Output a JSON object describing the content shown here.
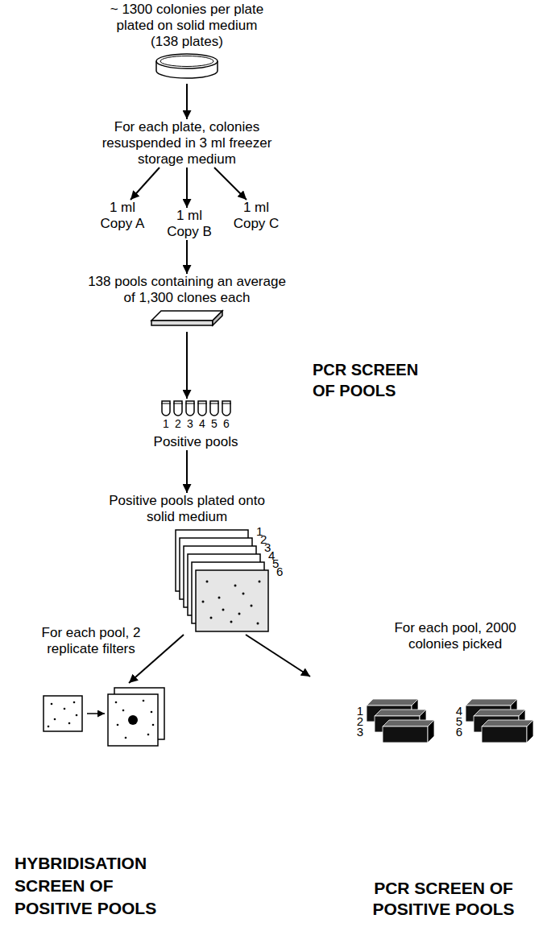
{
  "diagram": {
    "nodes": [
      {
        "text": [
          "~ 1300 colonies per plate plated on solid medium (138 plates)"
        ]
      },
      {
        "text": [
          "For each plate, colonies resuspended in 3 ml freezer storage medium"
        ]
      },
      {
        "text": [
          "1 ml Copy A"
        ]
      },
      {
        "text": [
          "1 ml Copy B"
        ]
      },
      {
        "text": [
          "1 ml Copy C"
        ]
      },
      {
        "text": [
          "138 pools containing an average of 1,300 clones each"
        ]
      },
      {
        "text": [
          "Positive pools"
        ]
      },
      {
        "text": [
          "Positive pools plated onto solid medium"
        ]
      },
      {
        "text": [
          "HYBRIDISATION SCREEN OF POSITIVE POOLS"
        ]
      },
      {
        "text": [
          "PCR SCREEN OF POSITIVE POOLS"
        ]
      }
    ],
    "edges": [
      {
        "from": 0,
        "to": 1,
        "arrow": "to"
      },
      {
        "from": 1,
        "to": 2,
        "arrow": "to"
      },
      {
        "from": 1,
        "to": 3,
        "arrow": "to"
      },
      {
        "from": 1,
        "to": 4,
        "arrow": "to"
      },
      {
        "from": 3,
        "to": 5,
        "arrow": "to"
      },
      {
        "from": 5,
        "to": 6,
        "arrow": "to"
      },
      {
        "from": 6,
        "to": 7,
        "arrow": "to"
      },
      {
        "from": 7,
        "to": 8,
        "arrow": "to"
      },
      {
        "from": 7,
        "to": 9,
        "arrow": "to"
      }
    ],
    "labels": [
      "PCR SCREEN OF POOLS",
      "1",
      "2",
      "3",
      "4",
      "5",
      "6",
      "1",
      "2",
      "3",
      "4",
      "5",
      "6",
      "For each pool, 2 replicate filters",
      "For each pool, 2000 colonies picked",
      "1",
      "2",
      "3",
      "4",
      "5",
      "6"
    ]
  }
}
